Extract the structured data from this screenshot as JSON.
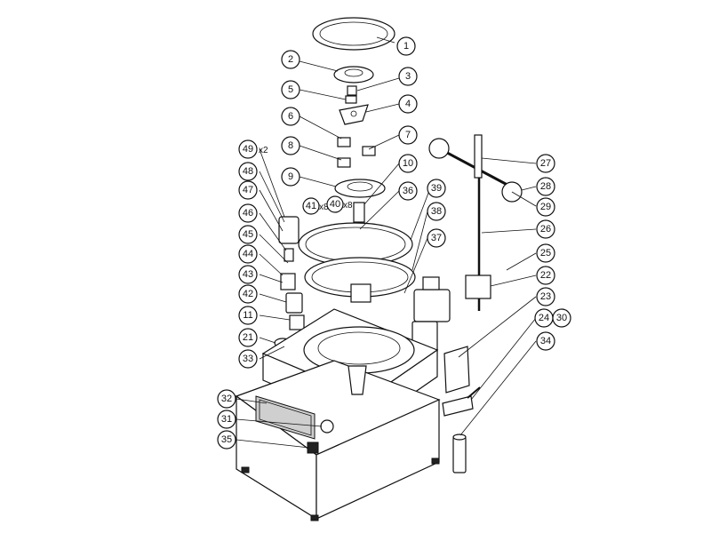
{
  "callouts": [
    {
      "id": "1",
      "label": "1"
    },
    {
      "id": "2",
      "label": "2"
    },
    {
      "id": "3",
      "label": "3"
    },
    {
      "id": "4",
      "label": "4"
    },
    {
      "id": "5",
      "label": "5"
    },
    {
      "id": "6",
      "label": "6"
    },
    {
      "id": "7",
      "label": "7"
    },
    {
      "id": "8",
      "label": "8"
    },
    {
      "id": "9",
      "label": "9"
    },
    {
      "id": "10",
      "label": "10"
    },
    {
      "id": "11",
      "label": "11"
    },
    {
      "id": "21",
      "label": "21"
    },
    {
      "id": "22",
      "label": "22"
    },
    {
      "id": "23",
      "label": "23"
    },
    {
      "id": "24",
      "label": "24"
    },
    {
      "id": "25",
      "label": "25"
    },
    {
      "id": "26",
      "label": "26"
    },
    {
      "id": "27",
      "label": "27"
    },
    {
      "id": "28",
      "label": "28"
    },
    {
      "id": "29",
      "label": "29"
    },
    {
      "id": "30",
      "label": "30"
    },
    {
      "id": "31",
      "label": "31"
    },
    {
      "id": "32",
      "label": "32"
    },
    {
      "id": "33",
      "label": "33"
    },
    {
      "id": "34",
      "label": "34"
    },
    {
      "id": "35",
      "label": "35"
    },
    {
      "id": "36",
      "label": "36"
    },
    {
      "id": "37",
      "label": "37"
    },
    {
      "id": "38",
      "label": "38"
    },
    {
      "id": "39",
      "label": "39"
    },
    {
      "id": "40",
      "label": "40"
    },
    {
      "id": "41",
      "label": "41"
    },
    {
      "id": "42",
      "label": "42"
    },
    {
      "id": "43",
      "label": "43"
    },
    {
      "id": "44",
      "label": "44"
    },
    {
      "id": "45",
      "label": "45"
    },
    {
      "id": "46",
      "label": "46"
    },
    {
      "id": "47",
      "label": "47"
    },
    {
      "id": "48",
      "label": "48"
    },
    {
      "id": "49",
      "label": "49"
    }
  ],
  "quantity_notes": {
    "n49": "x2",
    "n41": "x8",
    "n40": "x8"
  }
}
